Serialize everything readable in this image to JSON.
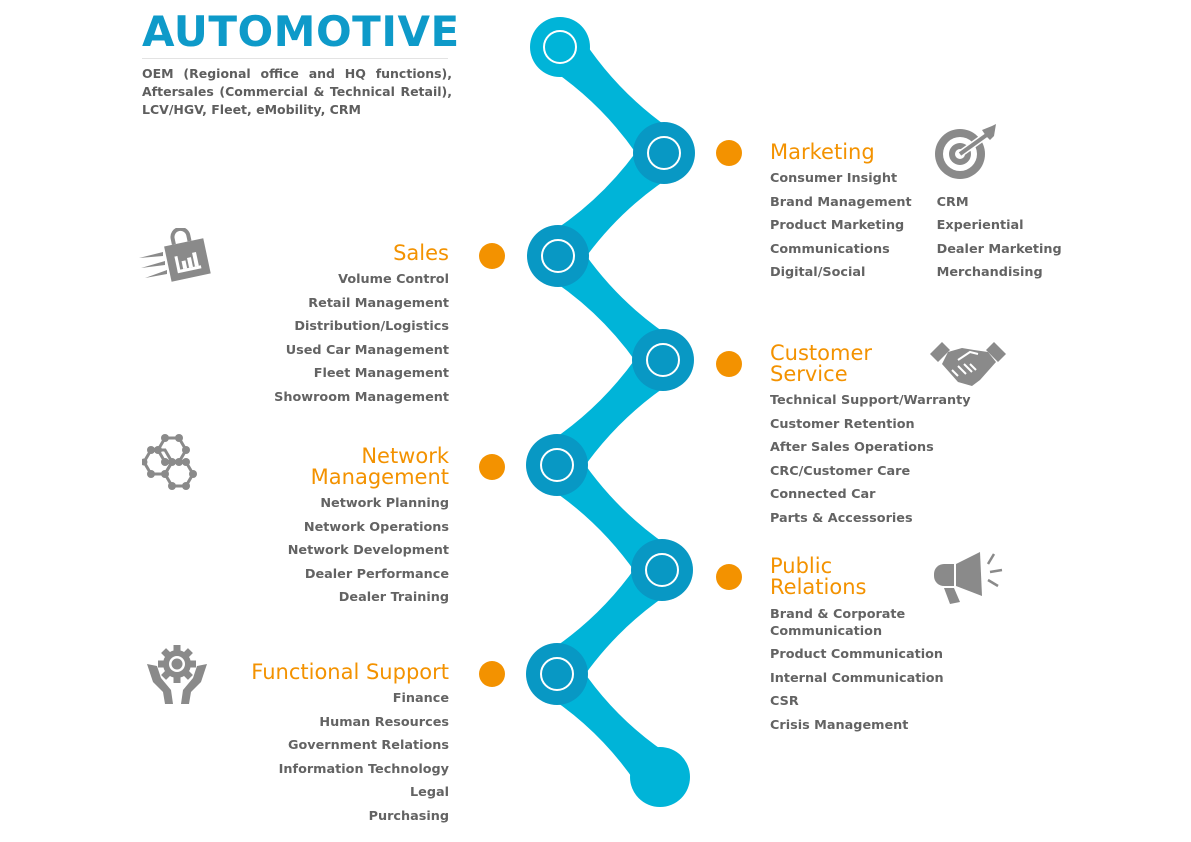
{
  "header": {
    "title": "AUTOMOTIVE",
    "subtitle": "OEM (Regional office and HQ functions), Aftersales (Commercial & Technical Retail), LCV/HGV, Fleet, eMobility, CRM"
  },
  "colors": {
    "title": "#0e9ac9",
    "spine_light": "#00b4d8",
    "spine_dark": "#0898c4",
    "accent": "#f39200",
    "text": "#636363",
    "icon": "#8a8a8a"
  },
  "sections": {
    "marketing": {
      "title": "Marketing",
      "icon": "target-arrow-icon",
      "col1": [
        "Consumer Insight",
        "Brand Management",
        "Product Marketing",
        "Communications",
        "Digital/Social"
      ],
      "col2": [
        "CRM",
        "Experiential",
        "Dealer Marketing",
        "Merchandising"
      ]
    },
    "sales": {
      "title": "Sales",
      "icon": "shopping-bag-chart-icon",
      "items": [
        "Volume Control",
        "Retail Management",
        "Distribution/Logistics",
        "Used Car Management",
        "Fleet Management",
        "Showroom Management"
      ]
    },
    "customer_service": {
      "title_line1": "Customer",
      "title_line2": "Service",
      "icon": "handshake-icon",
      "items": [
        "Technical Support/Warranty",
        "Customer Retention",
        "After Sales Operations",
        "CRC/Customer Care",
        "Connected Car",
        "Parts & Accessories"
      ]
    },
    "network_management": {
      "title_line1": "Network",
      "title_line2": "Management",
      "icon": "hexagon-network-icon",
      "items": [
        "Network Planning",
        "Network Operations",
        "Network Development",
        "Dealer Performance",
        "Dealer Training"
      ]
    },
    "public_relations": {
      "title_line1": "Public",
      "title_line2": "Relations",
      "icon": "megaphone-icon",
      "items": [
        "Brand & Corporate Communication",
        "Product Communication",
        "Internal Communication",
        "CSR",
        "Crisis Management"
      ],
      "item0_line1": "Brand & Corporate",
      "item0_line2": "Communication"
    },
    "functional_support": {
      "title": "Functional Support",
      "icon": "hands-gear-icon",
      "items": [
        "Finance",
        "Human Resources",
        "Government Relations",
        "Information Technology",
        "Legal",
        "Purchasing"
      ]
    }
  }
}
